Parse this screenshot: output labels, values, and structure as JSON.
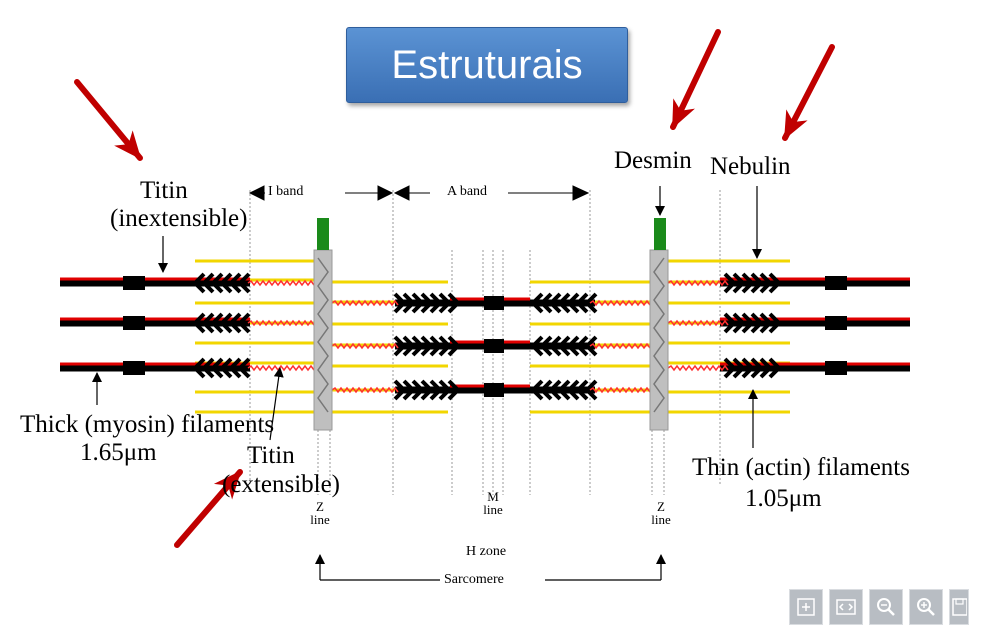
{
  "title": "Estruturais",
  "labels": {
    "titin_inext": "Titin",
    "titin_inext2": "(inextensible)",
    "i_band": "I band",
    "a_band": "A band",
    "desmin": "Desmin",
    "nebulin": "Nebulin",
    "thick": "Thick (myosin) filaments",
    "thick_len": "1.65μm",
    "titin_ext": "Titin",
    "titin_ext2": "(extensible)",
    "z_left": "Z",
    "z_left2": "line",
    "m_line": "M",
    "m_line2": "line",
    "z_right": "Z",
    "z_right2": "line",
    "h_zone": "H zone",
    "sarcomere": "Sarcomere",
    "thin": "Thin (actin) filaments",
    "thin_len": "1.05μm"
  },
  "toolbar": {
    "icons": [
      "fit-icon",
      "fit-width-icon",
      "zoom-out-icon",
      "zoom-in-icon",
      "save-icon"
    ]
  },
  "colors": {
    "title_bg": "#4a82c8",
    "arrow_red": "#c00000",
    "thick_black": "#000000",
    "thin_red": "#e00000",
    "actin_yellow": "#f2d600",
    "titin_red": "#ff3030",
    "z_disc": "#bfbfbf",
    "desmin_green": "#1a8a1a"
  }
}
